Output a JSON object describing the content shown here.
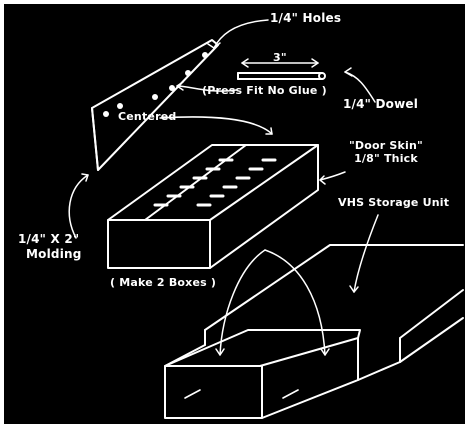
{
  "colors": {
    "background": "#000000",
    "linework": "#ffffff",
    "frame": "#ffffff"
  },
  "labels": {
    "holes": "1/4\" Holes",
    "dowel_length": "3\"",
    "press_fit": "(Press Fit No Glue )",
    "dowel": "1/4\" Dowel",
    "centered": "Centered",
    "door_skin_line1": "\"Door Skin\"",
    "door_skin_line2": "1/8\" Thick",
    "vhs_storage": "VHS Storage Unit",
    "molding_line1": "1/4\" X 2\"",
    "molding_line2": "Molding",
    "make_boxes": "( Make 2 Boxes )"
  }
}
